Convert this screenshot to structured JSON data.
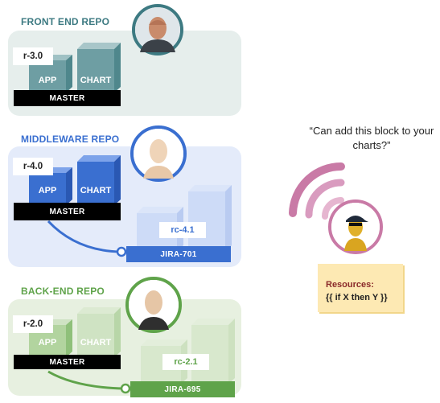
{
  "front": {
    "title": "FRONT END REPO",
    "tag": "r-3.0",
    "app": "APP",
    "chart": "CHART",
    "master": "MASTER"
  },
  "middle": {
    "title": "MIDDLEWARE REPO",
    "tag": "r-4.0",
    "app": "APP",
    "chart": "CHART",
    "master": "MASTER",
    "rc": "rc-4.1",
    "jira": "JIRA-701"
  },
  "back": {
    "title": "BACK-END REPO",
    "tag": "r-2.0",
    "app": "APP",
    "chart": "CHART",
    "master": "MASTER",
    "rc": "rc-2.1",
    "jira": "JIRA-695"
  },
  "speech": {
    "quote": "“Can add this block to your charts?”"
  },
  "resources": {
    "title": "Resources:",
    "body": "{{ if X then Y }}"
  },
  "colors": {
    "front_panel": "#e6eeec",
    "front_accent": "#3d7a82",
    "middle_panel": "#e4ebfa",
    "middle_accent": "#3a6fd0",
    "back_panel": "#e7f0e0",
    "back_accent": "#5fa34a",
    "signal": "#c97aa6"
  }
}
